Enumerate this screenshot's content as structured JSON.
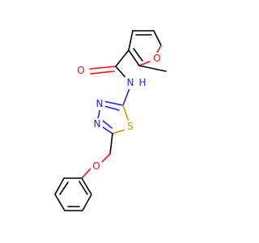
{
  "molecule": {
    "atoms": {
      "furan_o": "O",
      "amide_o": "O",
      "amide_n": "N",
      "amide_h": "H",
      "thiadiazole_n1": "N",
      "thiadiazole_n2": "N",
      "thiadiazole_s": "S",
      "ether_o": "O"
    }
  },
  "colors": {
    "oxygen": "#ff0d0d",
    "nitrogen": "#2020ff",
    "sulfur": "#b3a200",
    "carbon": "#000000"
  }
}
